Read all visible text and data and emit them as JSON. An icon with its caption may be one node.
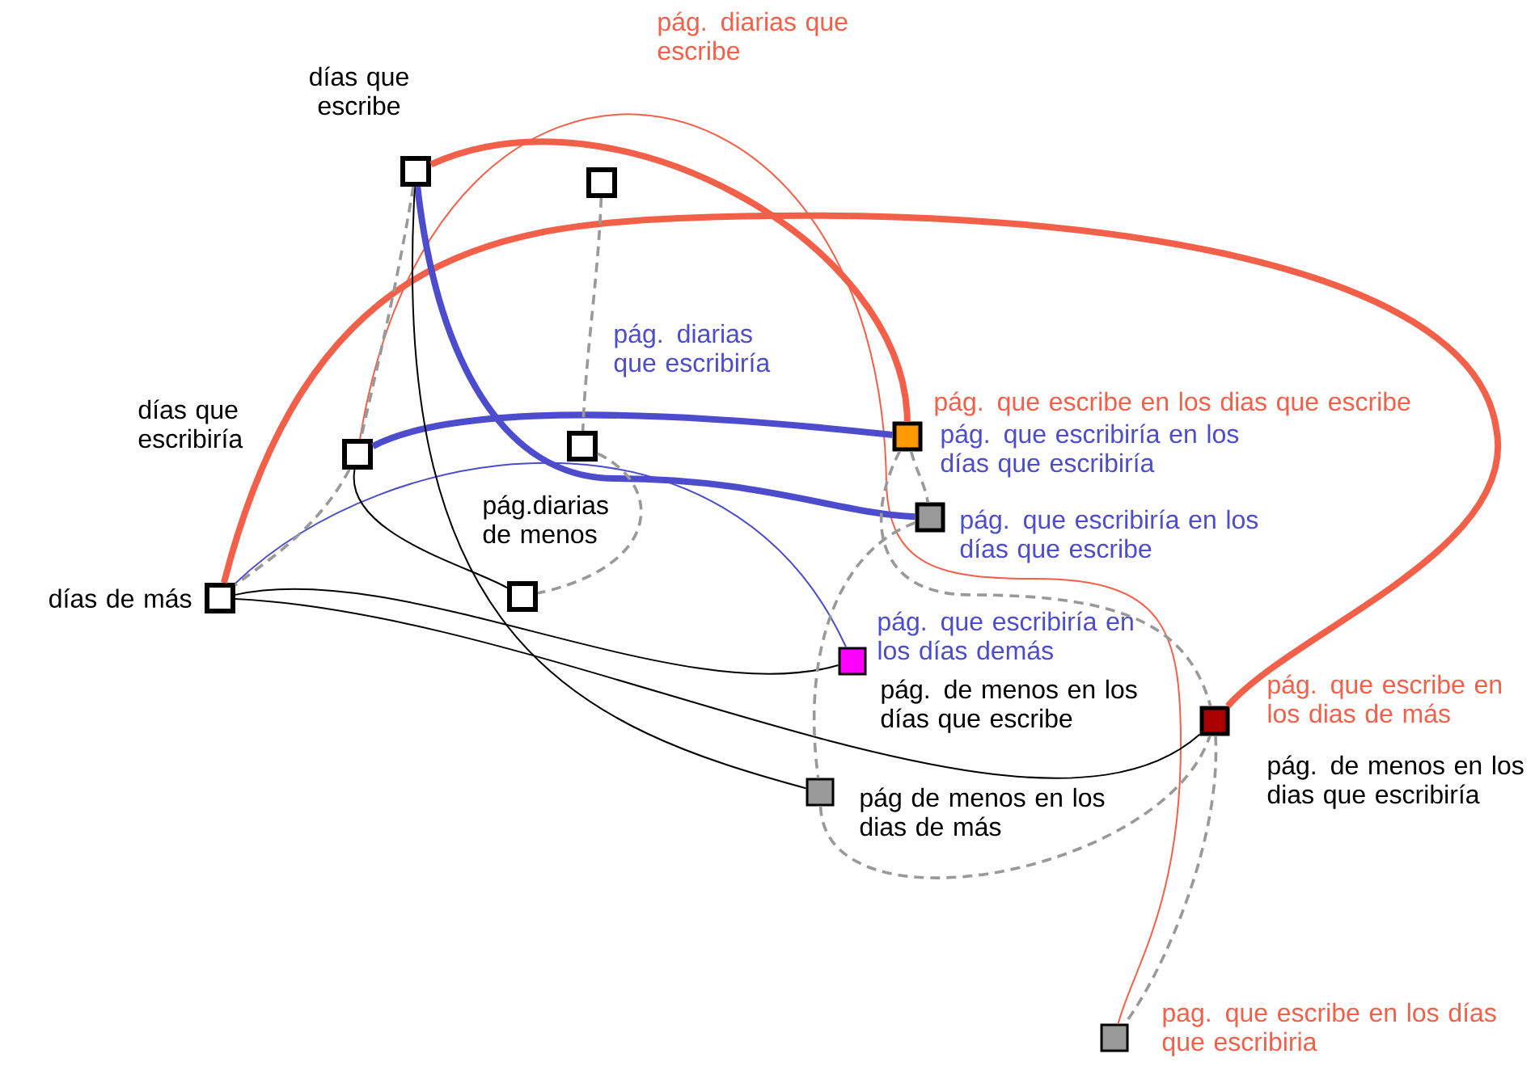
{
  "diagram": {
    "nodes": [
      {
        "text": [
          "días que escribe"
        ]
      },
      {
        "text": [],
        "shape": "box"
      },
      {
        "text": [
          "días que escribiría"
        ]
      },
      {
        "text": [
          "pág. diarias que escribiría"
        ]
      },
      {
        "text": [
          "días de más"
        ]
      },
      {
        "text": [
          "pág.diarias de menos"
        ]
      },
      {
        "text": [
          "pág. que escribe en los dias que escribe",
          "pág. que escribiría en los días que escribiría"
        ]
      },
      {
        "text": [
          "pág. que escribiría en los días que escribe"
        ]
      },
      {
        "text": [
          "pág. que escribiría en los días demás"
        ]
      },
      {
        "text": [
          "pág de menos en los dias de más"
        ]
      },
      {
        "text": [
          "pág. que escribe en los dias de más",
          "pág. de menos en los dias que escribiría"
        ]
      },
      {
        "text": [
          "pag. que escribe en los días que escribiria"
        ]
      }
    ],
    "edges": [
      {
        "from": 0,
        "to": 6,
        "arrow": "none",
        "style": "thick",
        "color": "#f26049"
      },
      {
        "from": 4,
        "to": 10,
        "arrow": "none",
        "style": "thick",
        "color": "#f26049"
      },
      {
        "from": 2,
        "to": 11,
        "arrow": "none",
        "color": "#f26049"
      },
      {
        "from": 0,
        "to": 7,
        "arrow": "none",
        "style": "thick",
        "color": "#4c4ccc"
      },
      {
        "from": 2,
        "to": 6,
        "arrow": "none",
        "style": "thick",
        "color": "#4c4ccc"
      },
      {
        "from": 4,
        "to": 8,
        "arrow": "none",
        "color": "#4c4ccc"
      },
      {
        "from": 0,
        "to": 9,
        "arrow": "none",
        "color": "#000000"
      },
      {
        "from": 2,
        "to": 5,
        "arrow": "none",
        "color": "#000000"
      },
      {
        "from": 4,
        "to": 8,
        "arrow": "none",
        "color": "#000000"
      },
      {
        "from": 4,
        "to": 10,
        "arrow": "none",
        "color": "#000000"
      },
      {
        "from": 0,
        "to": 2,
        "arrow": "none",
        "style": "dashed"
      },
      {
        "from": 1,
        "to": 3,
        "arrow": "none",
        "style": "dashed"
      },
      {
        "from": 3,
        "to": 5,
        "arrow": "none",
        "style": "dashed"
      },
      {
        "from": 2,
        "to": 4,
        "arrow": "none",
        "style": "dashed"
      },
      {
        "from": 6,
        "to": 7,
        "arrow": "none",
        "style": "dashed"
      },
      {
        "from": 7,
        "to": 9,
        "arrow": "none",
        "style": "dashed"
      },
      {
        "from": 6,
        "to": 10,
        "arrow": "none",
        "style": "dashed"
      },
      {
        "from": 9,
        "to": 10,
        "arrow": "none",
        "style": "dashed"
      },
      {
        "from": 10,
        "to": 11,
        "arrow": "none",
        "style": "dashed"
      }
    ],
    "labels": [
      "pág. diarias que escribe",
      "pág. de menos en los días que escribe"
    ]
  }
}
